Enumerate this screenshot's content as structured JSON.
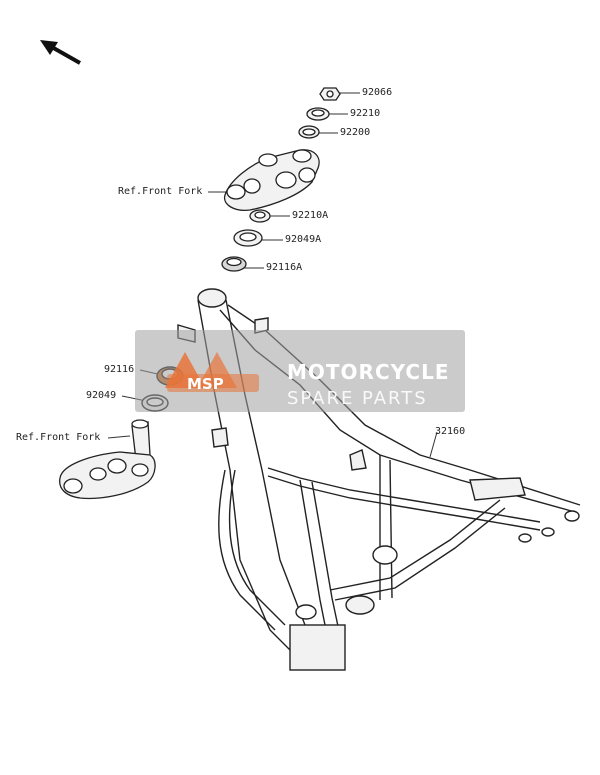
{
  "callouts": {
    "p92066": "92066",
    "p92210": "92210",
    "p92200": "92200",
    "ref_front_fork_top": "Ref.Front Fork",
    "p92210A": "92210A",
    "p92049A": "92049A",
    "p92116A": "92116A",
    "p92116": "92116",
    "p92049": "92049",
    "ref_front_fork_bottom": "Ref.Front Fork",
    "p32160": "32160"
  },
  "watermark": {
    "line1": "MOTORCYCLE",
    "line2": "SPARE PARTS",
    "logo_text": "MSP"
  },
  "colors": {
    "line": "#222222",
    "part_fill": "#f2f2f2",
    "bearing_highlight": "#c9742f",
    "watermark_bg": "#a0a0a0",
    "logo_orange": "#e8743b"
  }
}
